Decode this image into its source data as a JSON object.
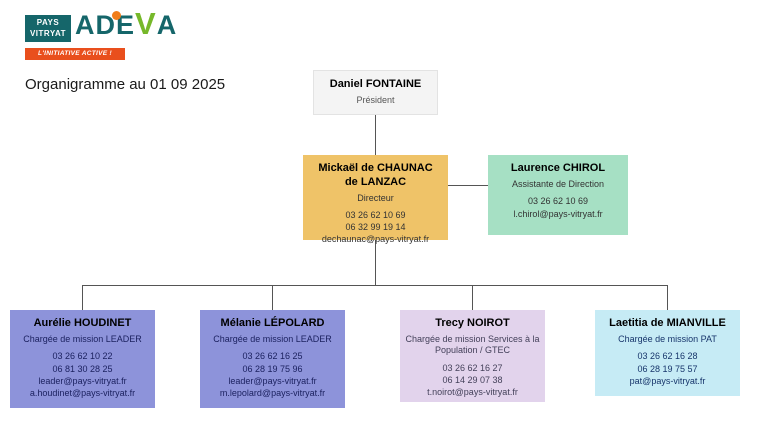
{
  "logo": {
    "line1": "PAYS",
    "line2": "VITRYAT",
    "brand_left": "ADE",
    "brand_v": "V",
    "brand_right": "A",
    "tagline": "L'INITIATIVE ACTIVE !"
  },
  "title": "Organigramme au 01 09 2025",
  "president": {
    "name": "Daniel FONTAINE",
    "role": "Président"
  },
  "director": {
    "name_line1": "Mickaël de CHAUNAC",
    "name_line2": "de LANZAC",
    "role": "Directeur",
    "phone1": "03 26 62 10 69",
    "phone2": "06 32 99 19 14",
    "email": "dechaunac@pays-vitryat.fr"
  },
  "assistant": {
    "name": "Laurence CHIROL",
    "role": "Assistante de Direction",
    "phone1": "03 26 62 10 69",
    "email": "l.chirol@pays-vitryat.fr"
  },
  "staff": [
    {
      "name": "Aurélie HOUDINET",
      "role": "Chargée de mission LEADER",
      "phone1": "03 26 62 10 22",
      "phone2": "06 81 30 28 25",
      "email1": "leader@pays-vitryat.fr",
      "email2": "a.houdinet@pays-vitryat.fr"
    },
    {
      "name": "Mélanie LÉPOLARD",
      "role": "Chargée de mission LEADER",
      "phone1": "03 26 62 16 25",
      "phone2": "06 28 19 75 96",
      "email1": "leader@pays-vitryat.fr",
      "email2": "m.lepolard@pays-vitryat.fr"
    },
    {
      "name": "Trecy NOIROT",
      "role": "Chargée de mission Services à la Population / GTEC",
      "phone1": "03 26 62 16 27",
      "phone2": "06 14 29 07 38",
      "email1": "t.noirot@pays-vitryat.fr"
    },
    {
      "name": "Laetitia de MIANVILLE",
      "role": "Chargée de mission PAT",
      "phone1": "03 26 62 16 28",
      "phone2": "06 28 19 75 57",
      "email1": "pat@pays-vitryat.fr"
    }
  ],
  "colors": {
    "director_bg": "#efc368",
    "assistant_bg": "#a6e0c4",
    "leader_bg": "#8d93da",
    "services_bg": "#e2d3ec",
    "pat_bg": "#c6ebf5",
    "logo_teal": "#15666a",
    "logo_green": "#76b82a",
    "logo_orange": "#f07d1a",
    "banner_red": "#e94f1d"
  }
}
